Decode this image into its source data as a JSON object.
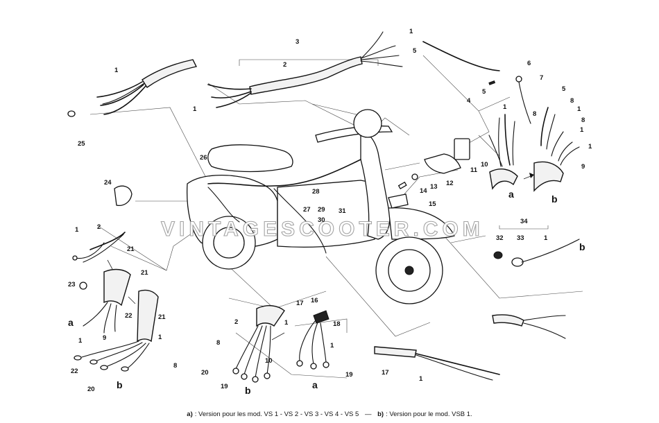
{
  "diagram": {
    "watermark": "VINTAGESCOOTER.COM",
    "part_labels": {
      "l1a": "1",
      "l1b": "1",
      "l1c": "1",
      "l1d": "1",
      "l1e": "1",
      "l1f": "1",
      "l1g": "1",
      "l1h": "1",
      "l1i": "1",
      "l1j": "1",
      "l1k": "1",
      "l1l": "1",
      "l1m": "1",
      "l1n": "1",
      "l2a": "2",
      "l2b": "2",
      "l2c": "2",
      "l3": "3",
      "l4": "4",
      "l5a": "5",
      "l5b": "5",
      "l5c": "5",
      "l6": "6",
      "l7": "7",
      "l8a": "8",
      "l8b": "8",
      "l8c": "8",
      "l8d": "8",
      "l8e": "8",
      "l9a": "9",
      "l9b": "9",
      "l10a": "10",
      "l10b": "10",
      "l11": "11",
      "l12": "12",
      "l13": "13",
      "l14": "14",
      "l15": "15",
      "l16": "16",
      "l17a": "17",
      "l17b": "17",
      "l18": "18",
      "l19a": "19",
      "l19b": "19",
      "l20a": "20",
      "l20b": "20",
      "l21a": "21",
      "l21b": "21",
      "l21c": "21",
      "l22a": "22",
      "l22b": "22",
      "l23": "23",
      "l24": "24",
      "l25": "25",
      "l26": "26",
      "l27": "27",
      "l28": "28",
      "l29": "29",
      "l30": "30",
      "l31": "31",
      "l32": "32",
      "l33": "33",
      "l34": "34"
    },
    "variant_labels": {
      "a_top": "a",
      "b_top": "b",
      "a_left": "a",
      "b_left": "b",
      "b_mid": "b",
      "a_mid": "a",
      "b_right": "b"
    },
    "caption": {
      "a_key": "a)",
      "a_text": ": Version pour les mod. VS 1 - VS 2 - VS 3 - VS 4 - VS 5",
      "separator": "—",
      "b_key": "b)",
      "b_text": ": Version pour le mod. VSB 1."
    }
  }
}
